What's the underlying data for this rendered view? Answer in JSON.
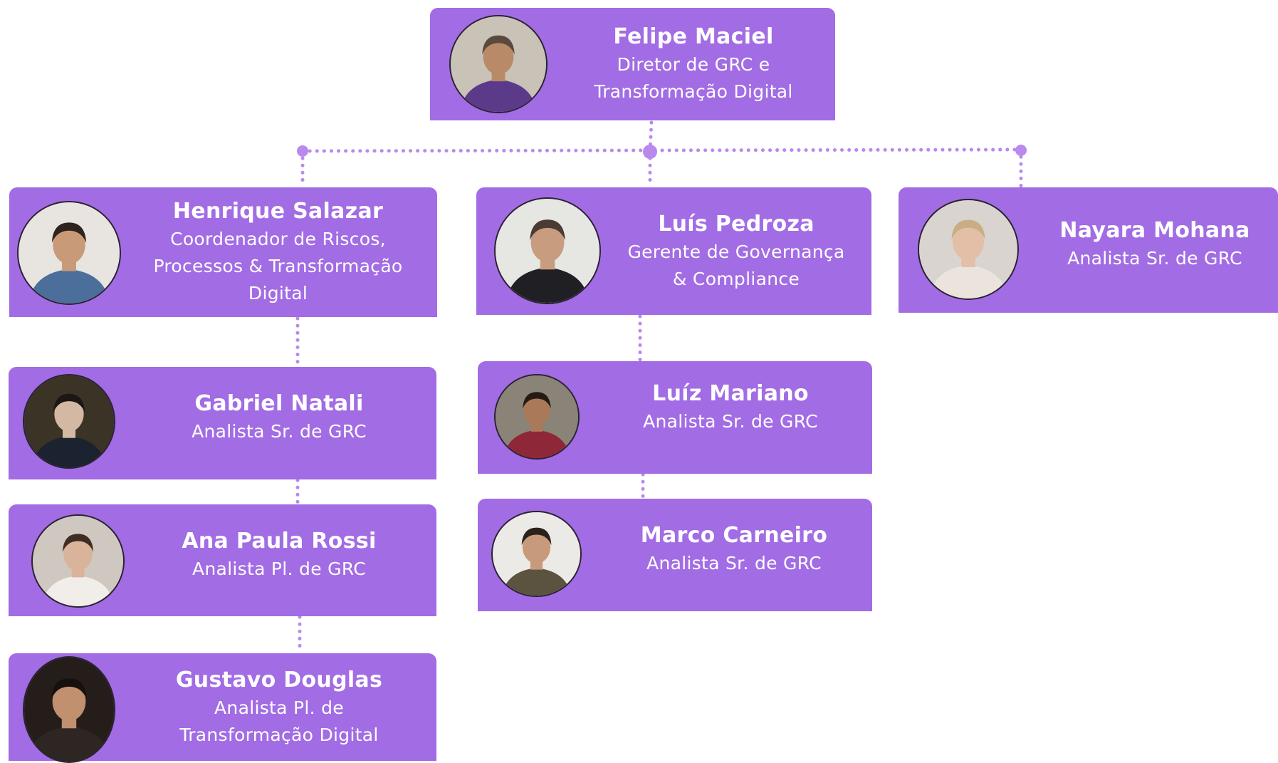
{
  "colors": {
    "card": "#a26ce4",
    "connector": "#b989ee",
    "text": "#ffffff"
  },
  "people": {
    "felipe": {
      "name": "Felipe Maciel",
      "role_line1": "Diretor de GRC e",
      "role_line2": "Transformação Digital",
      "role_line3": ""
    },
    "henrique": {
      "name": "Henrique Salazar",
      "role_line1": "Coordenador de Riscos,",
      "role_line2": "Processos & Transformação",
      "role_line3": "Digital"
    },
    "luis": {
      "name": "Luís Pedroza",
      "role_line1": "Gerente de Governança",
      "role_line2": "& Compliance",
      "role_line3": ""
    },
    "nayara": {
      "name": "Nayara Mohana",
      "role_line1": "Analista Sr. de GRC",
      "role_line2": "",
      "role_line3": ""
    },
    "gabriel": {
      "name": "Gabriel Natali",
      "role_line1": "Analista Sr. de GRC",
      "role_line2": "",
      "role_line3": ""
    },
    "luiz": {
      "name": "Luíz Mariano",
      "role_line1": "Analista Sr. de GRC",
      "role_line2": "",
      "role_line3": ""
    },
    "ana": {
      "name": "Ana Paula Rossi",
      "role_line1": "Analista Pl. de GRC",
      "role_line2": "",
      "role_line3": ""
    },
    "marco": {
      "name": "Marco Carneiro",
      "role_line1": "Analista Sr. de GRC",
      "role_line2": "",
      "role_line3": ""
    },
    "gustavo": {
      "name": "Gustavo Douglas",
      "role_line1": "Analista Pl. de",
      "role_line2": "Transformação Digital",
      "role_line3": ""
    }
  },
  "avatar_palettes": {
    "felipe": {
      "bg": "#c9c2b6",
      "skin": "#b98a68",
      "hair": "#5a4a3e",
      "shirt": "#5b3a8a"
    },
    "henrique": {
      "bg": "#e8e4e0",
      "skin": "#c89a78",
      "hair": "#2e231d",
      "shirt": "#4c6e9a"
    },
    "luis": {
      "bg": "#e6e6e3",
      "skin": "#c79c7f",
      "hair": "#4b3c33",
      "shirt": "#1f1f24"
    },
    "nayara": {
      "bg": "#d9d4cf",
      "skin": "#e2bfa6",
      "hair": "#c9ad84",
      "shirt": "#eae4dc"
    },
    "gabriel": {
      "bg": "#3a3326",
      "skin": "#d3b9a3",
      "hair": "#1b1714",
      "shirt": "#1c2330"
    },
    "luiz": {
      "bg": "#8a8478",
      "skin": "#a9795a",
      "hair": "#231a16",
      "shirt": "#8e2838"
    },
    "ana": {
      "bg": "#cfc8c1",
      "skin": "#d9b39a",
      "hair": "#3f2c23",
      "shirt": "#f1ede8"
    },
    "marco": {
      "bg": "#eceae6",
      "skin": "#c79a7b",
      "hair": "#2a211c",
      "shirt": "#5c5240"
    },
    "gustavo": {
      "bg": "#241d1a",
      "skin": "#c0906f",
      "hair": "#17110e",
      "shirt": "#2e2622"
    }
  }
}
